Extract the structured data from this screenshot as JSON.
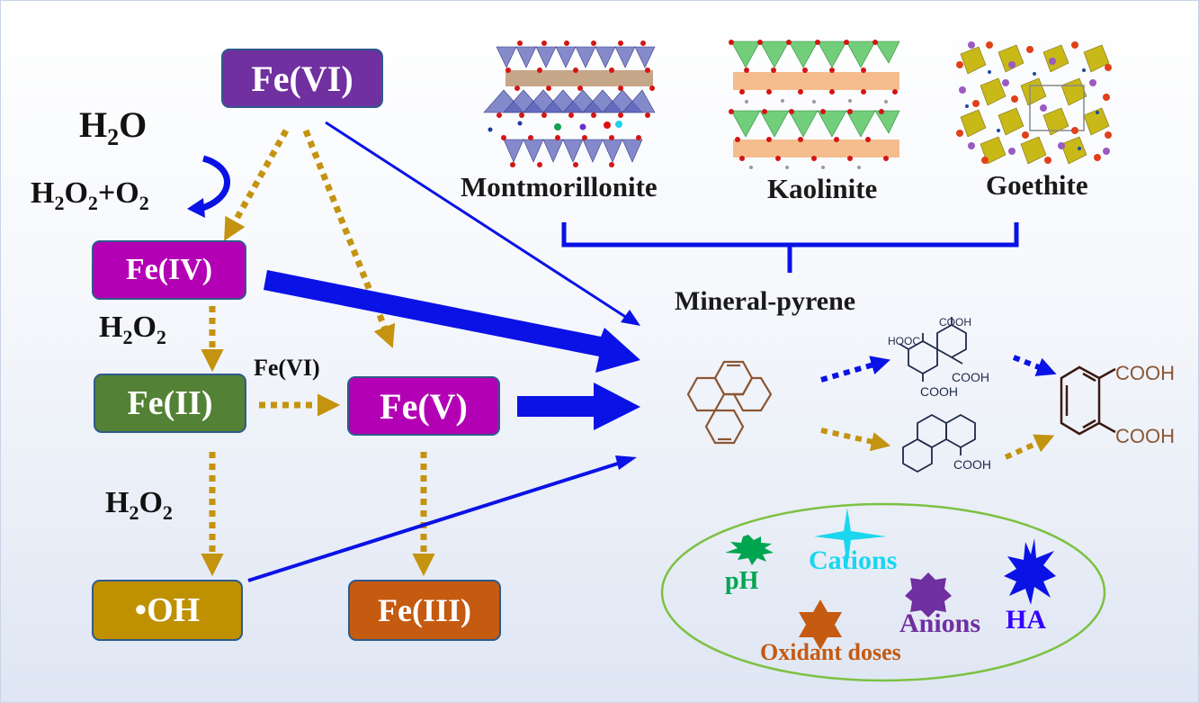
{
  "colors": {
    "blue_arrow": "#0a12e6",
    "gold_arrow": "#c4930f",
    "box_border": "#2f5a8a",
    "pyrene_brown": "#8a5634",
    "navy_structure": "#1e2a4a",
    "ellipse_green": "#7cc142"
  },
  "species": {
    "fe6": {
      "label": "Fe(VI)",
      "color": "#7030a0"
    },
    "fe4": {
      "label": "Fe(IV)",
      "color": "#b400b4"
    },
    "fe2": {
      "label": "Fe(II)",
      "color": "#538135"
    },
    "fe5": {
      "label": "Fe(V)",
      "color": "#b400b4"
    },
    "oh": {
      "label": "•OH",
      "color": "#bf9000"
    },
    "fe3": {
      "label": "Fe(III)",
      "color": "#c55a11"
    }
  },
  "reagents": {
    "h2o": {
      "main": "H",
      "sub": "2",
      "tail": "O"
    },
    "h2o2_o2": {
      "text": "H2O2+O2"
    },
    "h2o2_a": {
      "text": "H2O2"
    },
    "h2o2_b": {
      "text": "H2O2"
    },
    "fe6_small": "Fe(VI)"
  },
  "minerals": {
    "items": [
      {
        "name": "Montmorillonite"
      },
      {
        "name": "Kaolinite"
      },
      {
        "name": "Goethite"
      }
    ],
    "group_label": "Mineral-pyrene"
  },
  "products": {
    "tetraacid_labels": [
      "COOH",
      "HOOC",
      "COOH",
      "COOH"
    ],
    "phenanthrene_acid_label": "COOH",
    "phthalic_labels": [
      "COOH",
      "COOH"
    ]
  },
  "factors": [
    {
      "label": "pH",
      "color": "#00a550",
      "icon": "burst-icon"
    },
    {
      "label": "Cations",
      "color": "#1ad6ee",
      "icon": "four-point-star-icon"
    },
    {
      "label": "Anions",
      "color": "#7030a0",
      "icon": "eight-point-star-icon"
    },
    {
      "label": "HA",
      "color": "#3300ff",
      "icon": "jagged-burst-icon"
    },
    {
      "label": "Oxidant doses",
      "color": "#c55a11",
      "icon": "six-point-star-icon"
    }
  ]
}
